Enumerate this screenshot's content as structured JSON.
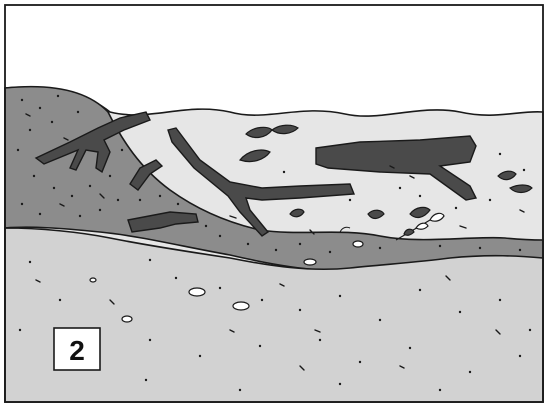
{
  "panel": {
    "number": "2"
  },
  "colors": {
    "sky": "#ffffff",
    "water": "#e6e6e6",
    "sediment_dark": "#8c8c8c",
    "ground": "#d2d2d2",
    "log": "#4a4a4a",
    "outline": "#1a1a1a"
  },
  "elements": [
    "sky",
    "water-layer",
    "dark-sediment-mound",
    "lower-ground-layer",
    "fallen-logs",
    "branches",
    "leaves",
    "pebbles",
    "sediment-specks",
    "panel-number-label"
  ]
}
